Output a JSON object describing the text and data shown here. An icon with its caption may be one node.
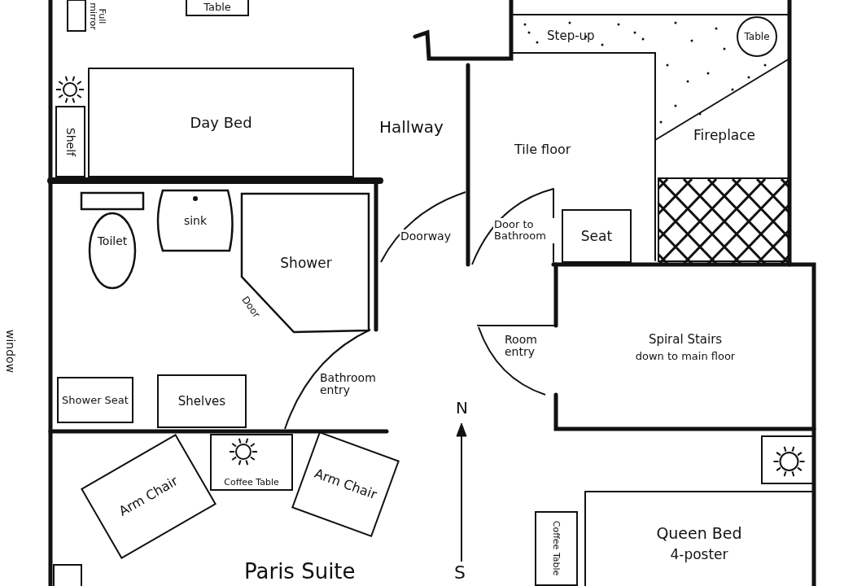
{
  "diagram": {
    "nodes": [
      {
        "text": [
          "Full mirror"
        ]
      },
      {
        "text": [
          "Table"
        ]
      },
      {
        "text": [
          "Table"
        ]
      },
      {
        "text": [
          "Day Bed"
        ]
      },
      {
        "text": [
          "Shelf"
        ]
      },
      {
        "text": [
          "Toilet"
        ]
      },
      {
        "text": [
          "sink"
        ]
      },
      {
        "text": [
          "Shower"
        ]
      },
      {
        "text": [
          "Seat"
        ]
      },
      {
        "text": [],
        "shape": "box"
      },
      {
        "text": [
          "Spiral Stairs",
          "down to main floor"
        ]
      },
      {
        "text": [
          "Shower Seat"
        ]
      },
      {
        "text": [
          "Shelves"
        ]
      },
      {
        "text": [
          "Coffee Table"
        ]
      },
      {
        "text": [
          "Arm Chair"
        ]
      },
      {
        "text": [
          "Arm Chair"
        ]
      },
      {
        "text": [],
        "shape": "box"
      },
      {
        "text": [
          "Queen Bed",
          "4-poster"
        ]
      },
      {
        "text": [
          "Coffee Table"
        ]
      },
      {
        "text": [],
        "shape": "box"
      }
    ],
    "labels": [
      "Step-up",
      "Hallway",
      "Tile floor",
      "Fireplace",
      "Doorway",
      "Door to Bathroom",
      "Door",
      "window",
      "Room entry",
      "Bathroom entry",
      "N",
      "S",
      "Paris Suite"
    ]
  }
}
